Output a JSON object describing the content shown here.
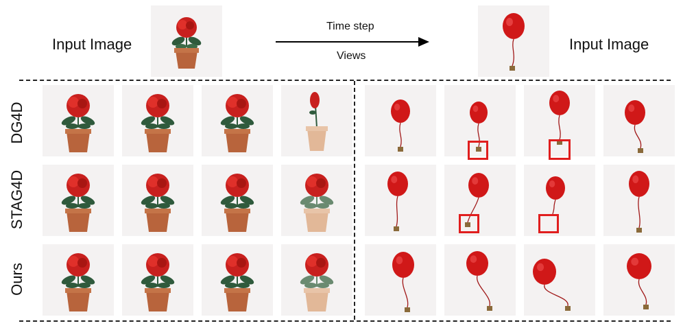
{
  "header": {
    "left_label": "Input Image",
    "right_label": "Input Image",
    "arrow_top_label": "Time step",
    "arrow_bottom_label": "Views"
  },
  "rows": [
    {
      "label": "DG4D"
    },
    {
      "label": "STAG4D"
    },
    {
      "label": "Ours"
    }
  ],
  "colors": {
    "rose": "#c8201e",
    "pot": "#b8643c",
    "leaf": "#2f5a3c",
    "balloon": "#d01818",
    "highlight_box": "#e01e1e"
  }
}
